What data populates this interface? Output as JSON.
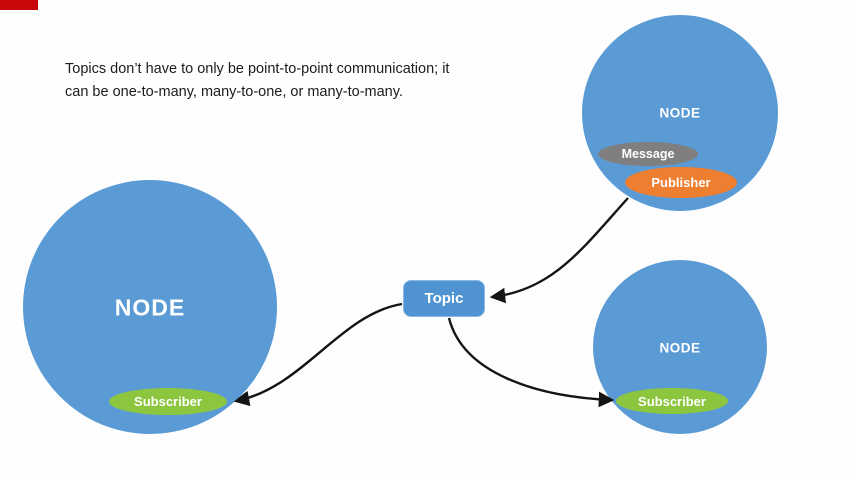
{
  "colors": {
    "node_blue": "#5b9bd5",
    "topic_blue": "#4f93d2",
    "publisher_orange": "#ee7e30",
    "message_gray": "#7f7f7f",
    "subscriber_green": "#8cc63f",
    "arrow_black": "#141414",
    "red_bar": "#c9080b"
  },
  "caption": {
    "line1": "Topics don’t have to only be point-to-point communication; it",
    "line2": "can be one-to-many, many-to-one, or many-to-many."
  },
  "topic": {
    "label": "Topic"
  },
  "nodes": {
    "left": {
      "label": "NODE",
      "subscriber": "Subscriber"
    },
    "top_right": {
      "label": "NODE",
      "message": "Message",
      "publisher": "Publisher"
    },
    "bottom_right": {
      "label": "NODE",
      "subscriber": "Subscriber"
    }
  }
}
